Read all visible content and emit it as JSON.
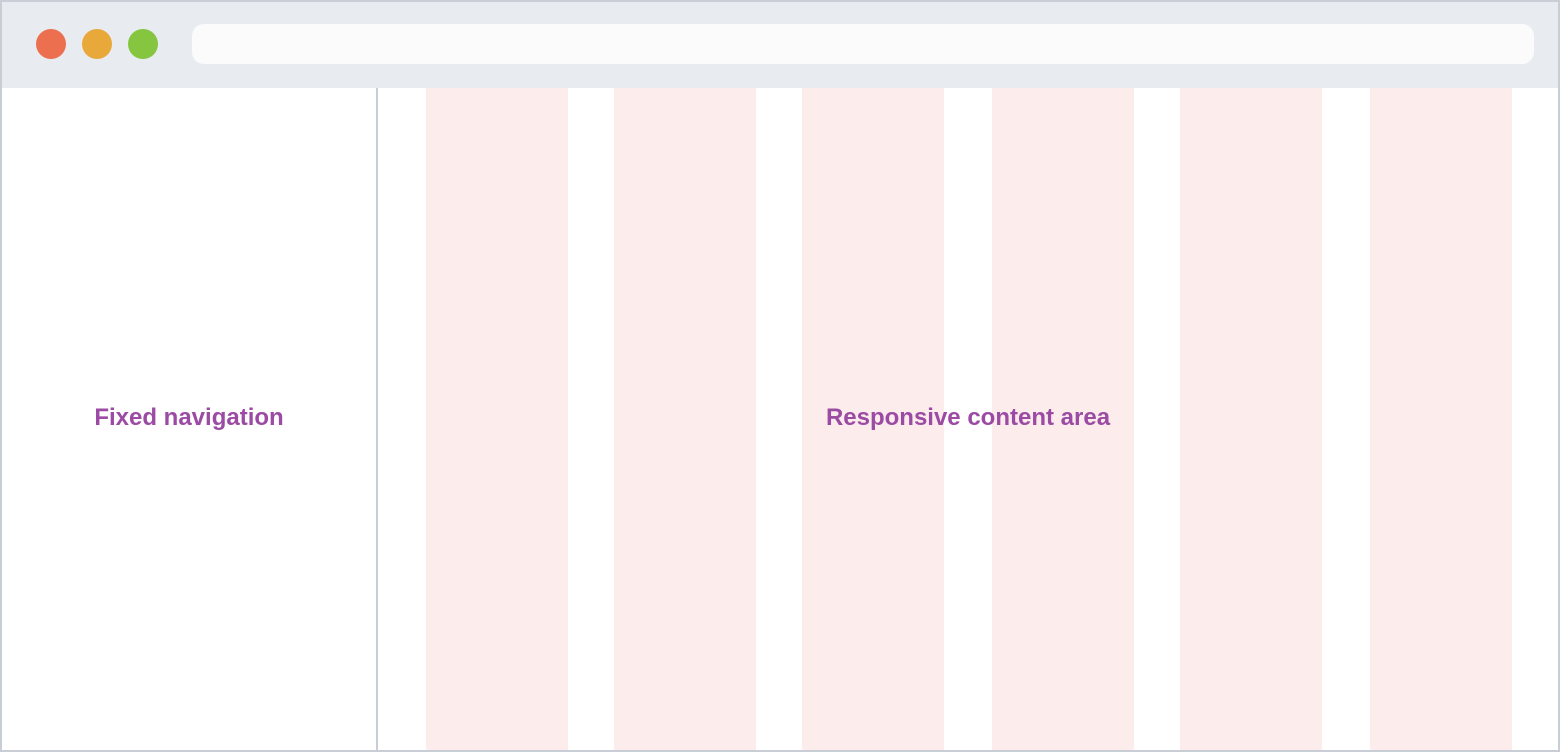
{
  "window": {
    "traffic_lights": [
      {
        "name": "close",
        "color": "#ec6f50"
      },
      {
        "name": "minimize",
        "color": "#e8a93a"
      },
      {
        "name": "maximize",
        "color": "#86c53f"
      }
    ],
    "address_bar": {
      "value": "",
      "placeholder": ""
    }
  },
  "navigation": {
    "label": "Fixed navigation"
  },
  "content": {
    "label": "Responsive content area",
    "grid_column_count": 6
  },
  "colors": {
    "label_text": "#9b4ba3",
    "grid_column": "#fcedec",
    "titlebar": "#e8ebef",
    "border": "#c9ced6"
  }
}
